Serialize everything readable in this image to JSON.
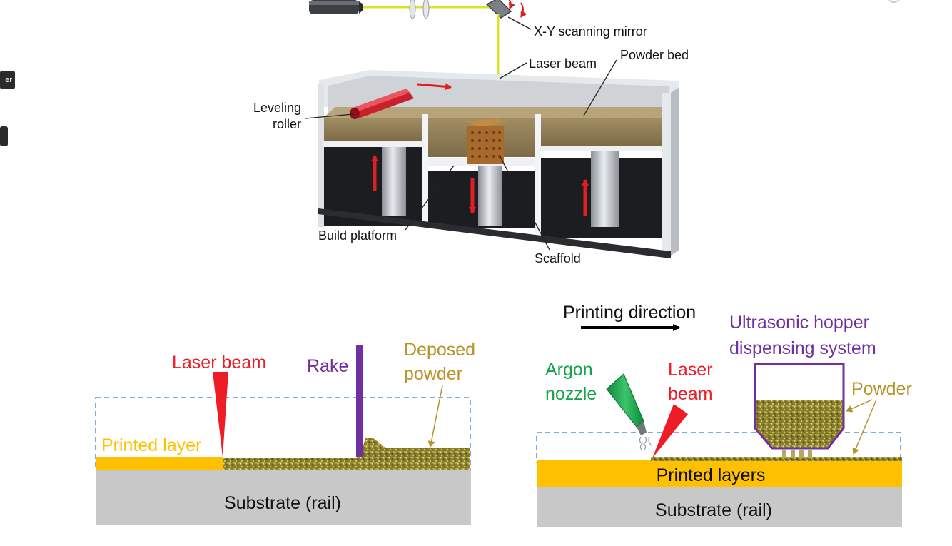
{
  "side_tabs": {
    "tab_1_label": "er",
    "tab_2_label": ""
  },
  "top_figure": {
    "mirror_label": "X-Y scanning mirror",
    "laser_label": "Laser beam",
    "powder_bed_label": "Powder bed",
    "roller_label_line1": "Leveling",
    "roller_label_line2": "roller",
    "platform_label": "Build platform",
    "scaffold_label": "Scaffold"
  },
  "bottom_left": {
    "laser_label": "Laser beam",
    "rake_label": "Rake",
    "deposed_line1": "Deposed",
    "deposed_line2": "powder",
    "printed_label": "Printed layer",
    "substrate_label": "Substrate (rail)"
  },
  "bottom_right": {
    "direction_label": "Printing direction",
    "hopper_line1": "Ultrasonic hopper",
    "hopper_line2": "dispensing system",
    "argon_line1": "Argon",
    "argon_line2": "nozzle",
    "laser_line1": "Laser",
    "laser_line2": "beam",
    "powder_label": "Powder",
    "printed_label": "Printed layers",
    "substrate_label": "Substrate (rail)"
  },
  "colors": {
    "laser_red": "#ee1c25",
    "rake_purple": "#7030a0",
    "powder_gold": "#b8922a",
    "printed_yellow": "#ffc000",
    "argon_green": "#12a34a",
    "substrate_grey": "#c8c8c8",
    "dash_blue": "#5b8fc9"
  }
}
